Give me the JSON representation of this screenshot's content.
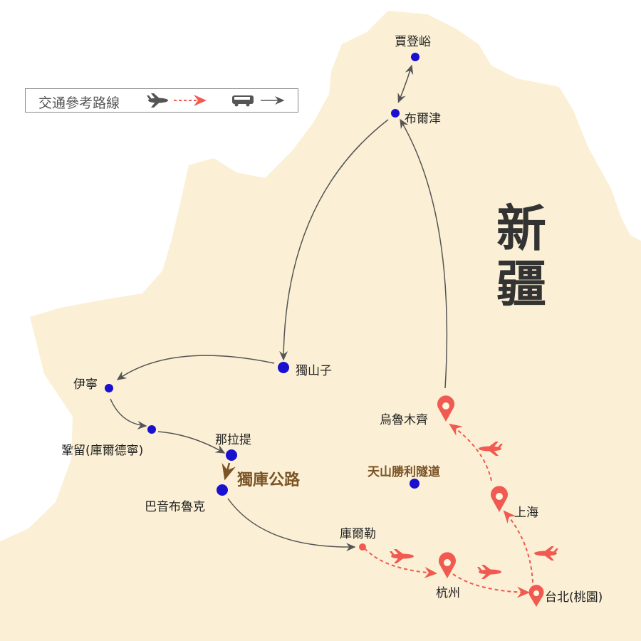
{
  "legend": {
    "title": "交通參考路線",
    "flight_icon": "airplane-icon",
    "bus_icon": "bus-icon"
  },
  "region_title": [
    "新",
    "疆"
  ],
  "road_name": "獨庫公路",
  "tunnel_name": "天山勝利隧道",
  "places": {
    "jiadengyu": "賈登峪",
    "burqin": "布爾津",
    "dushanzi": "獨山子",
    "yining": "伊寧",
    "zhaosu": "鞏留(庫爾德寧)",
    "nalati": "那拉提",
    "bayanbulak": "巴音布魯克",
    "korla": "庫爾勒",
    "urumqi": "烏魯木齊",
    "shanghai": "上海",
    "hangzhou": "杭州",
    "taipei": "台北(桃園)"
  },
  "colors": {
    "land": "#fbf0d5",
    "flight": "#f05a50",
    "bus": "#555555",
    "city": "#1a10d0",
    "road": "#7a5426"
  }
}
